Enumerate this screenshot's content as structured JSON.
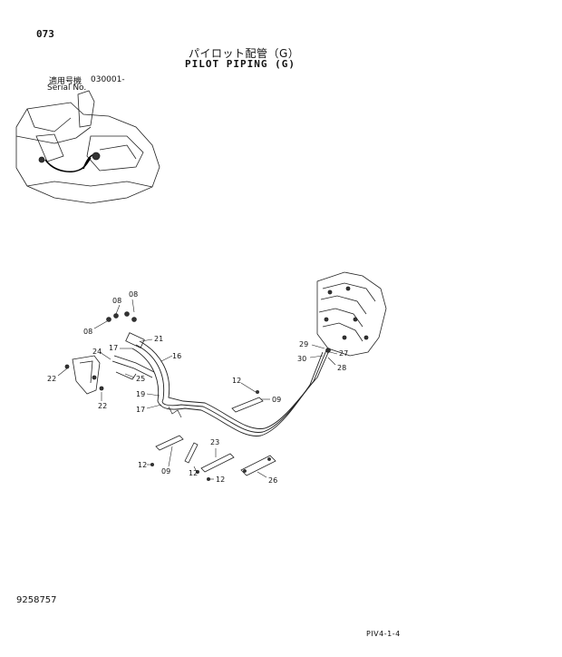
{
  "header": {
    "page_number": "073",
    "title_jp": "パイロット配管（G）",
    "title_en": "PILOT PIPING (G)",
    "serial_label_jp": "適用号機",
    "serial_label_en": "Serial No.",
    "serial_value": "030001-"
  },
  "footer": {
    "document_number": "9258757",
    "page_code": "PIV4-1-4"
  },
  "callouts": {
    "c08a": "08",
    "c08b": "08",
    "c08c": "08",
    "c21": "21",
    "c17a": "17",
    "c16": "16",
    "c24": "24",
    "c25": "25",
    "c22a": "22",
    "c22b": "22",
    "c19": "19",
    "c17b": "17",
    "c12a": "12",
    "c09a": "09",
    "c29": "29",
    "c27": "27",
    "c30": "30",
    "c28": "28",
    "c23": "23",
    "c12b": "12",
    "c09b": "09",
    "c12c": "12",
    "c12d": "12",
    "c26": "26"
  }
}
